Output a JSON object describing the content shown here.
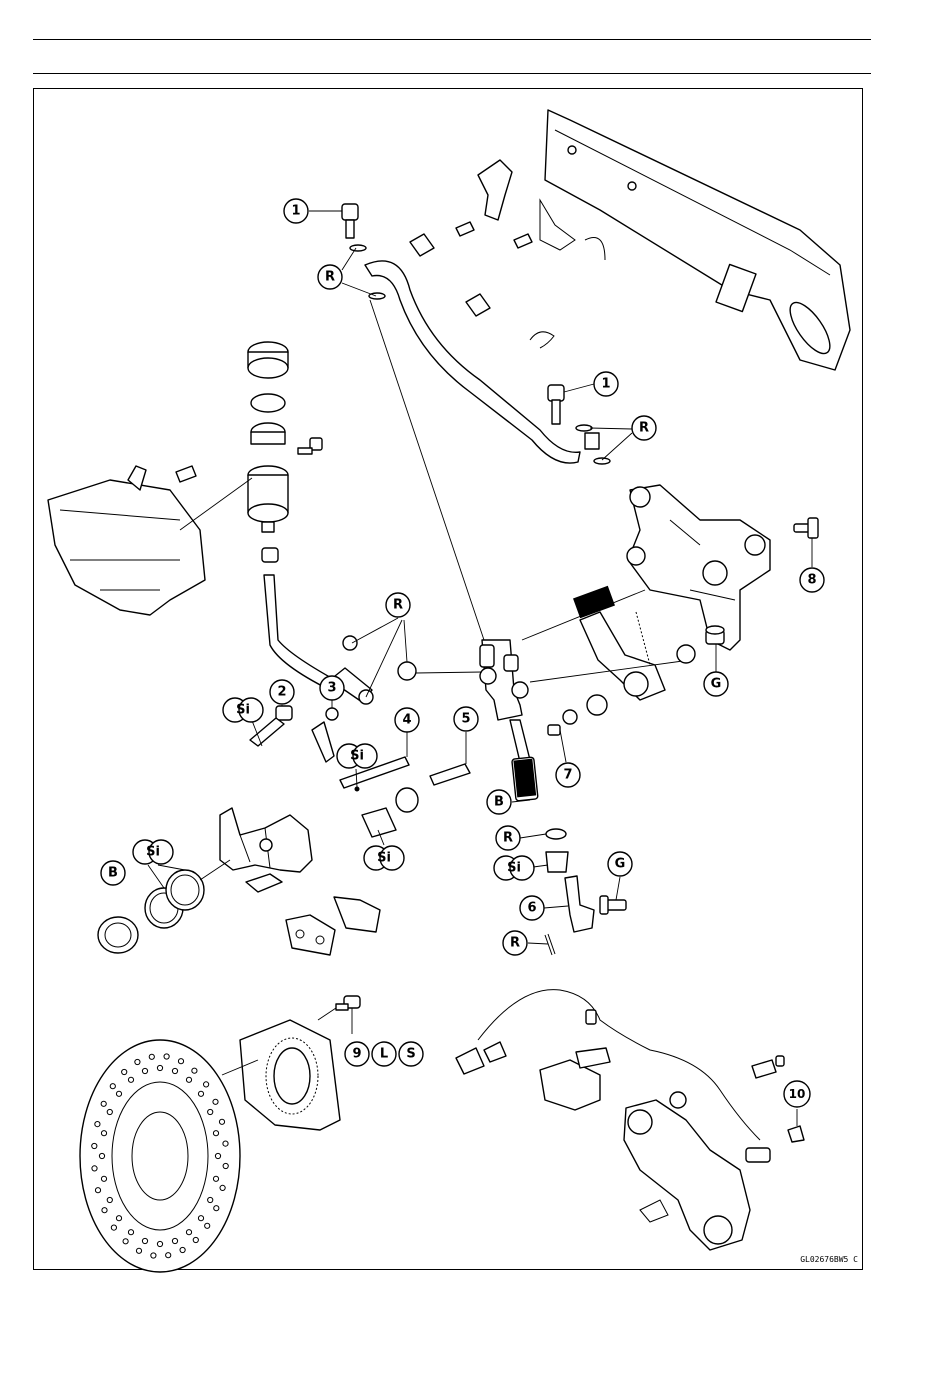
{
  "figure": {
    "code": "GL02676BW5 C"
  },
  "callouts": {
    "c1a": "1",
    "c1b": "1",
    "c2": "2",
    "c3": "3",
    "c4": "4",
    "c5": "5",
    "c6": "6",
    "c7": "7",
    "c8": "8",
    "c9": "9",
    "c10": "10",
    "rA": "R",
    "rB": "R",
    "rC": "R",
    "rD": "R",
    "rE": "R",
    "siA": "Si",
    "siB": "Si",
    "siC": "Si",
    "siD": "Si",
    "siE": "Si",
    "bA": "B",
    "bB": "B",
    "gA": "G",
    "gB": "G",
    "l": "L",
    "s": "S"
  }
}
